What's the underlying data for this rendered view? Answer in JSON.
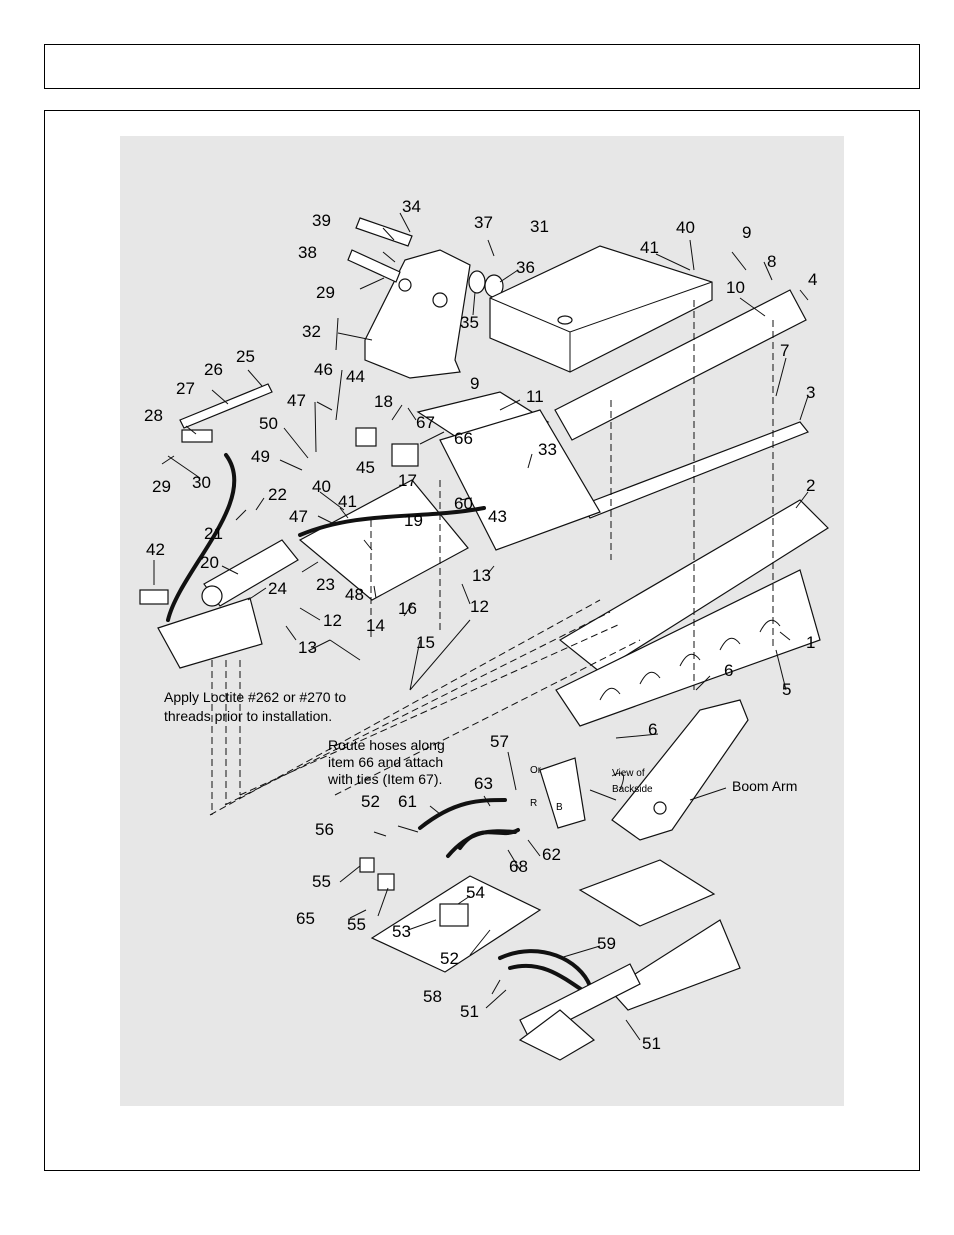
{
  "header": {
    "title": ""
  },
  "diagram": {
    "part_numbers": [
      "1",
      "2",
      "3",
      "4",
      "5",
      "6",
      "6",
      "7",
      "8",
      "9",
      "9",
      "10",
      "11",
      "12",
      "12",
      "13",
      "13",
      "14",
      "15",
      "16",
      "17",
      "18",
      "19",
      "20",
      "21",
      "22",
      "23",
      "24",
      "25",
      "26",
      "27",
      "28",
      "29",
      "29",
      "30",
      "31",
      "32",
      "33",
      "34",
      "35",
      "36",
      "37",
      "38",
      "39",
      "40",
      "40",
      "41",
      "41",
      "42",
      "43",
      "44",
      "45",
      "46",
      "47",
      "47",
      "48",
      "49",
      "50",
      "51",
      "51",
      "52",
      "52",
      "53",
      "54",
      "55",
      "55",
      "56",
      "57",
      "58",
      "59",
      "60",
      "61",
      "62",
      "63",
      "65",
      "66",
      "67",
      "68"
    ],
    "notes": {
      "loctite_line1": "Apply Loctite #262 or #270 to",
      "loctite_line2": "threads prior to installation.",
      "route_line1": "Route hoses along",
      "route_line2": "item 66 and attach",
      "route_line3": "with ties (Item 67)."
    },
    "labels": {
      "boom_arm": "Boom Arm",
      "view_line1": "View of",
      "view_line2": "Backside",
      "port_or": "Or",
      "port_r": "R",
      "port_b": "B"
    }
  }
}
